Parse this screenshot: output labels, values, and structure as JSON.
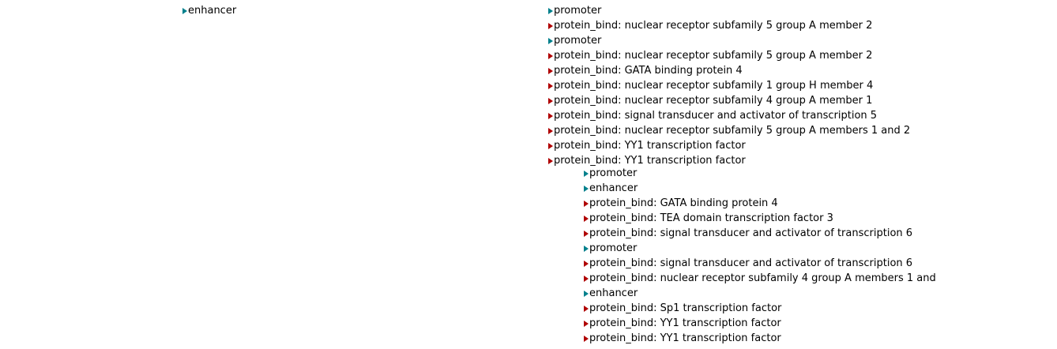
{
  "colors": {
    "regulatory": "#00808c",
    "protein_bind": "#b00000",
    "text": "#000000",
    "background": "#ffffff"
  },
  "icons": {
    "arrowhead_right": "▶"
  },
  "left_feature": {
    "type": "regulatory",
    "label": "enhancer"
  },
  "cluster1": {
    "items": [
      {
        "type": "regulatory",
        "label": "promoter"
      },
      {
        "type": "protein_bind",
        "label": "protein_bind: nuclear receptor subfamily 5 group A member 2"
      },
      {
        "type": "regulatory",
        "label": "promoter"
      },
      {
        "type": "protein_bind",
        "label": "protein_bind: nuclear receptor subfamily 5 group A member 2"
      },
      {
        "type": "protein_bind",
        "label": "protein_bind: GATA binding protein 4"
      },
      {
        "type": "protein_bind",
        "label": "protein_bind: nuclear receptor subfamily 1 group H member 4"
      },
      {
        "type": "protein_bind",
        "label": "protein_bind: nuclear receptor subfamily 4 group A member 1"
      },
      {
        "type": "protein_bind",
        "label": "protein_bind: signal transducer and activator of transcription 5"
      },
      {
        "type": "protein_bind",
        "label": "protein_bind: nuclear receptor subfamily 5 group A members 1 and 2"
      },
      {
        "type": "protein_bind",
        "label": "protein_bind: YY1 transcription factor"
      },
      {
        "type": "protein_bind",
        "label": "protein_bind: YY1 transcription factor"
      }
    ]
  },
  "cluster2": {
    "items": [
      {
        "type": "regulatory",
        "label": "promoter"
      },
      {
        "type": "regulatory",
        "label": "enhancer"
      },
      {
        "type": "protein_bind",
        "label": "protein_bind: GATA binding protein 4"
      },
      {
        "type": "protein_bind",
        "label": "protein_bind: TEA domain transcription factor 3"
      },
      {
        "type": "protein_bind",
        "label": "protein_bind: signal transducer and activator of transcription 6"
      },
      {
        "type": "regulatory",
        "label": "promoter"
      },
      {
        "type": "protein_bind",
        "label": "protein_bind: signal transducer and activator of transcription 6"
      },
      {
        "type": "protein_bind",
        "label": "protein_bind: nuclear receptor subfamily 4 group A members 1 and"
      },
      {
        "type": "regulatory",
        "label": "enhancer"
      },
      {
        "type": "protein_bind",
        "label": "protein_bind: Sp1 transcription factor"
      },
      {
        "type": "protein_bind",
        "label": "protein_bind: YY1 transcription factor"
      },
      {
        "type": "protein_bind",
        "label": "protein_bind: YY1 transcription factor"
      }
    ]
  }
}
